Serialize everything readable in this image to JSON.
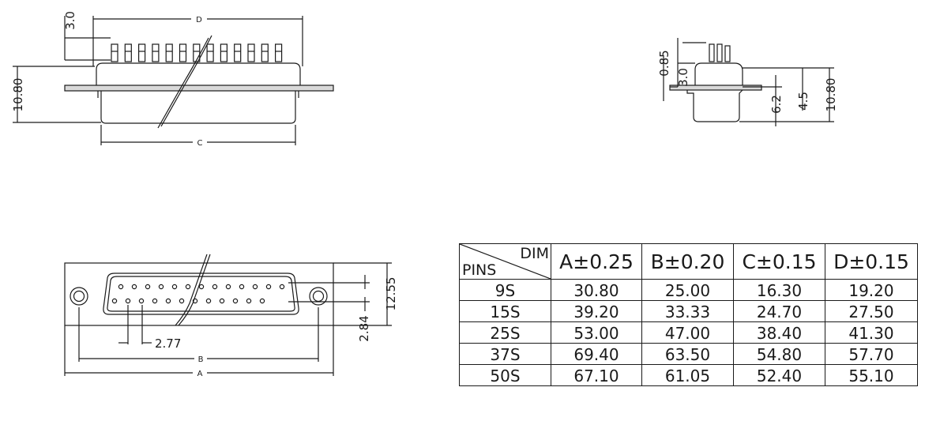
{
  "drawing": {
    "top_view": {
      "dim_3": "3.0",
      "dim_d": "D",
      "dim_height": "10.80",
      "dim_c": "C"
    },
    "side_view": {
      "dim_085": "0.85",
      "dim_30": "3.0",
      "dim_62": "6.2",
      "dim_45": "4.5",
      "dim_1080": "10.80"
    },
    "front_view": {
      "dim_1255": "12.55",
      "dim_284": "2.84",
      "dim_277": "2.77",
      "dim_b": "B",
      "dim_a": "A"
    }
  },
  "table": {
    "corner_top": "DIM",
    "corner_bottom": "PINS",
    "headers": [
      "A±0.25",
      "B±0.20",
      "C±0.15",
      "D±0.15"
    ],
    "rows": [
      [
        "9S",
        "30.80",
        "25.00",
        "16.30",
        "19.20"
      ],
      [
        "15S",
        "39.20",
        "33.33",
        "24.70",
        "27.50"
      ],
      [
        "25S",
        "53.00",
        "47.00",
        "38.40",
        "41.30"
      ],
      [
        "37S",
        "69.40",
        "63.50",
        "54.80",
        "57.70"
      ],
      [
        "50S",
        "67.10",
        "61.05",
        "52.40",
        "55.10"
      ]
    ]
  }
}
